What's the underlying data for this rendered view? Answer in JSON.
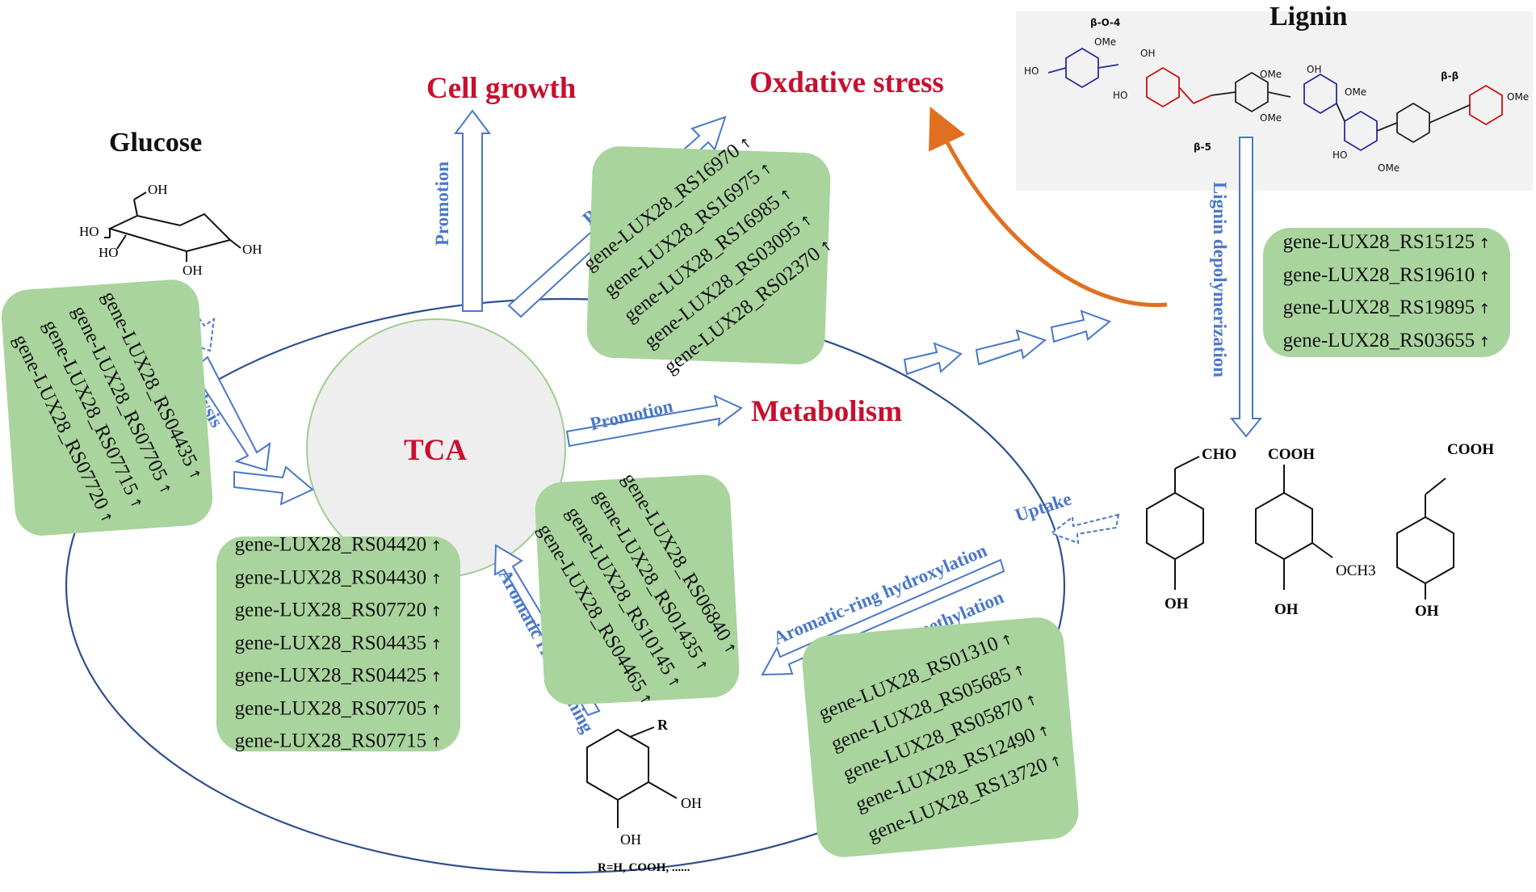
{
  "titles": {
    "glucose": "Glucose",
    "lignin": "Lignin",
    "cell_growth": "Cell growth",
    "oxidative_stress": "Oxdative stress",
    "tca": "TCA",
    "metabolism": "Metabolism"
  },
  "process_labels": {
    "glycolysis": "Glycolysis",
    "promotion_up": "Promotion",
    "protection": "Protection",
    "promotion_right": "Promotion",
    "lignin_depolymerization": "Lignin depolymerization",
    "uptake": "Uptake",
    "hydroxylation": "Aromatic-ring hydroxylation",
    "demethylation": "Aromatic O-demethylation",
    "ring_opening": "Aromatic ring-opening"
  },
  "gene_groups": {
    "glycolysis": [
      "gene-LUX28_RS04435",
      "gene-LUX28_RS07705",
      "gene-LUX28_RS07715",
      "gene-LUX28_RS07720"
    ],
    "protection": [
      "gene-LUX28_RS16970",
      "gene-LUX28_RS16975",
      "gene-LUX28_RS16985",
      "gene-LUX28_RS03095",
      "gene-LUX28_RS02370"
    ],
    "lignin": [
      "gene-LUX28_RS15125",
      "gene-LUX28_RS19610",
      "gene-LUX28_RS19895",
      "gene-LUX28_RS03655"
    ],
    "tca": [
      "gene-LUX28_RS04420",
      "gene-LUX28_RS04430",
      "gene-LUX28_RS07720",
      "gene-LUX28_RS04435",
      "gene-LUX28_RS04425",
      "gene-LUX28_RS07705",
      "gene-LUX28_RS07715"
    ],
    "ring_opening": [
      "gene-LUX28_RS06840",
      "gene-LUX28_RS01435",
      "gene-LUX28_RS10145",
      "gene-LUX28_RS04465"
    ],
    "demethylation": [
      "gene-LUX28_RS01310",
      "gene-LUX28_RS05685",
      "gene-LUX28_RS05870",
      "gene-LUX28_RS12490",
      "gene-LUX28_RS13720"
    ]
  },
  "up_arrow": "↑",
  "glucose_structure": {
    "oh_labels": [
      "OH",
      "HO",
      "HO",
      "OH",
      "OH"
    ]
  },
  "lignin_structure": {
    "linkages": [
      "β-O-4",
      "β-5",
      "β-β"
    ],
    "substituents": [
      "HO",
      "OMe",
      "OH",
      "HO",
      "OMe",
      "OMe",
      "OH",
      "OMe",
      "HO",
      "OMe",
      "OMe"
    ]
  },
  "aromatic_products": [
    {
      "top": "CHO",
      "bottom": "OH"
    },
    {
      "top": "COOH",
      "side": "OCH3",
      "bottom": "OH"
    },
    {
      "top": "COOH",
      "bottom": "OH"
    }
  ],
  "catechol": {
    "r": "R",
    "oh1": "OH",
    "oh2": "OH",
    "note": "R=H, COOH, ......"
  },
  "colors": {
    "gene_box": "#a9d49d",
    "title_red": "#c8102e",
    "label_blue": "#4a78c8",
    "cell_outline": "#2e4f8e",
    "orange_arrow": "#e07020"
  }
}
